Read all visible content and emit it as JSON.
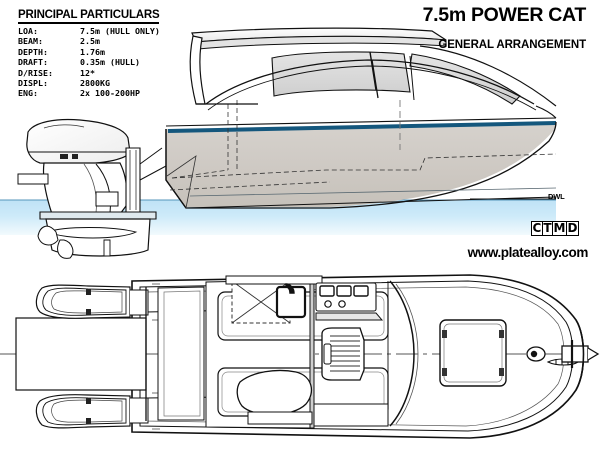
{
  "drawing": {
    "main_title": "7.5m POWER CAT",
    "sub_title": "GENERAL ARRANGEMENT",
    "website": "www.platealloy.com",
    "waterline_label": "DWL",
    "logo": {
      "name": "CTMD",
      "letters": [
        "C",
        "T",
        "M",
        "D"
      ]
    }
  },
  "specs": {
    "heading": "PRINCIPAL PARTICULARS",
    "rows": [
      {
        "label": "LOA:",
        "value": "7.5m (HULL ONLY)"
      },
      {
        "label": "BEAM:",
        "value": "2.5m"
      },
      {
        "label": "DEPTH:",
        "value": "1.76m"
      },
      {
        "label": "DRAFT:",
        "value": "0.35m (HULL)"
      },
      {
        "label": "D/RISE:",
        "value": "12*"
      },
      {
        "label": "DISPL:",
        "value": "2800KG"
      },
      {
        "label": "ENG:",
        "value": "2x 100-200HP"
      }
    ]
  },
  "colors": {
    "outline": "#1a1a1a",
    "hull_shade": "#cfcac4",
    "sheer_stripe": "#14577d",
    "water_light": "#cfe8f7",
    "water_mid": "#aad7f0",
    "glass": "#dcdcdc",
    "deck_white": "#ffffff",
    "background": "#ffffff"
  },
  "views": {
    "profile": {
      "name": "starboard-side-profile",
      "features": [
        "outboard-engine",
        "transom",
        "hull-shading",
        "sheer-stripe",
        "hardtop-roof",
        "windshield",
        "side-window",
        "bow",
        "waterline"
      ]
    },
    "plan": {
      "name": "deck-plan-view",
      "features": [
        "twin-outboard-engines",
        "boarding-platform",
        "cockpit",
        "side-seating",
        "galley-sink",
        "deck-hatch",
        "helm-station",
        "steering-wheel",
        "dashboard-gauges",
        "helm-seat",
        "cabin-bulkhead",
        "foredeck-hatch",
        "bow-cleat",
        "anchor-roller",
        "centreline"
      ]
    }
  }
}
